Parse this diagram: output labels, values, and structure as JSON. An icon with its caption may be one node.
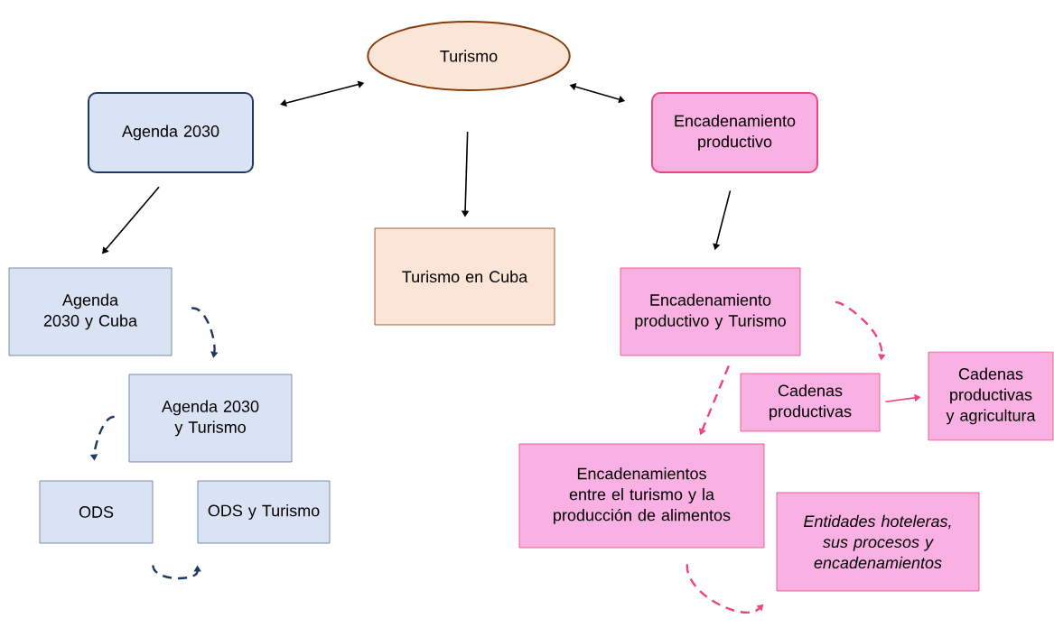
{
  "diagram": {
    "nodes": [
      {
        "text": [
          "Turismo"
        ]
      },
      {
        "text": [
          "Agenda 2030"
        ]
      },
      {
        "text": [
          "Turismo en Cuba"
        ]
      },
      {
        "text": [
          "Encadenamiento productivo"
        ]
      },
      {
        "text": [
          "Agenda 2030 y Cuba"
        ]
      },
      {
        "text": [
          "Agenda 2030 y Turismo"
        ]
      },
      {
        "text": [
          "ODS"
        ]
      },
      {
        "text": [
          "ODS y Turismo"
        ]
      },
      {
        "text": [
          "Encadenamiento productivo y Turismo"
        ]
      },
      {
        "text": [
          "Cadenas productivas"
        ]
      },
      {
        "text": [
          "Cadenas productivas y agricultura"
        ]
      },
      {
        "text": [
          "Encadenamientos entre el turismo y la producción de alimentos"
        ]
      },
      {
        "text": [
          "Entidades hoteleras, sus procesos y encadenamientos"
        ]
      }
    ],
    "edges": [
      {
        "from": 0,
        "to": 1,
        "arrow": "both"
      },
      {
        "from": 0,
        "to": 2,
        "arrow": "to"
      },
      {
        "from": 0,
        "to": 3,
        "arrow": "both"
      },
      {
        "from": 1,
        "to": 4,
        "arrow": "to"
      },
      {
        "from": 3,
        "to": 8,
        "arrow": "to"
      },
      {
        "from": 4,
        "to": 5,
        "arrow": "to",
        "style": "dashed",
        "color": "#203864"
      },
      {
        "from": 5,
        "to": 6,
        "arrow": "to",
        "style": "dashed",
        "color": "#203864"
      },
      {
        "from": 6,
        "to": 7,
        "arrow": "to",
        "style": "dashed",
        "color": "#203864"
      },
      {
        "from": 8,
        "to": 9,
        "arrow": "to",
        "style": "dashed",
        "color": "#f0457a"
      },
      {
        "from": 8,
        "to": 11,
        "arrow": "to",
        "style": "dashed",
        "color": "#f0457a"
      },
      {
        "from": 9,
        "to": 10,
        "arrow": "to",
        "color": "#f0457a"
      },
      {
        "from": 11,
        "to": 12,
        "arrow": "to",
        "style": "dashed",
        "color": "#f0457a"
      }
    ]
  }
}
